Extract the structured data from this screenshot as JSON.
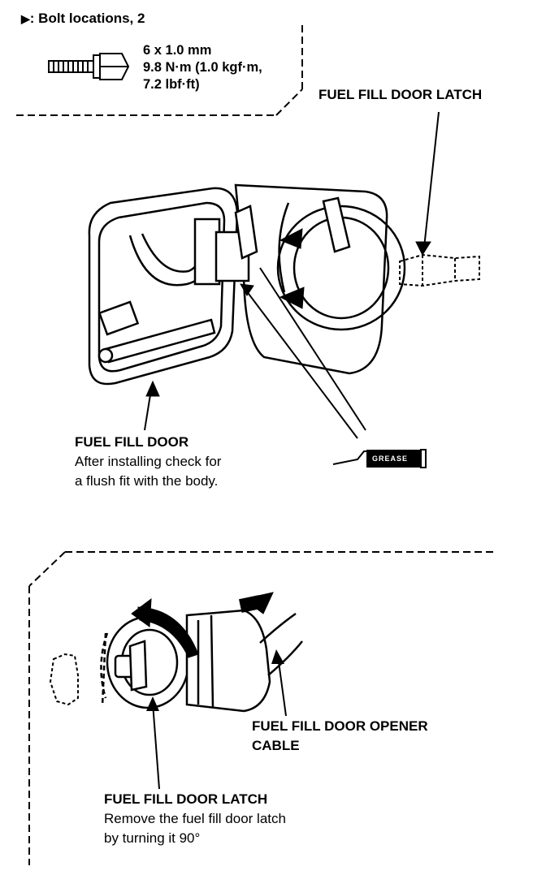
{
  "header": {
    "symbol": "▶",
    "bolt_locations": ": Bolt locations, 2"
  },
  "bolt_spec": [
    "6 x 1.0 mm",
    "9.8 N·m (1.0 kgf·m,",
    "7.2 lbf·ft)"
  ],
  "labels": {
    "latch_top": "FUEL FILL DOOR LATCH",
    "door_title": "FUEL FILL DOOR",
    "door_note_1": "After installing check for",
    "door_note_2": "a flush fit with the body.",
    "grease": "GREASE",
    "cable_1": "FUEL FILL DOOR OPENER",
    "cable_2": "CABLE",
    "latch_bottom_title": "FUEL FILL DOOR LATCH",
    "latch_note_1": "Remove the fuel fill door latch",
    "latch_note_2": "by turning it 90°"
  }
}
